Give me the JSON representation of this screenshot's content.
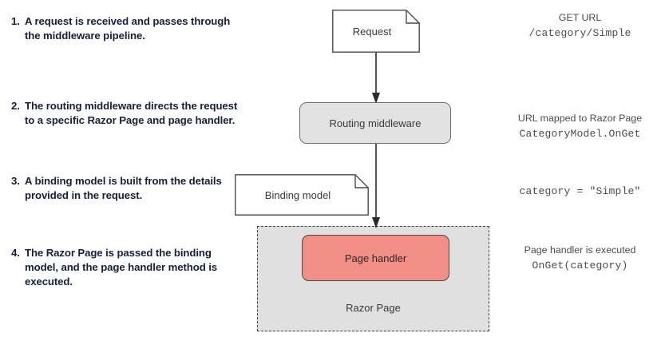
{
  "steps": [
    {
      "number": "1.",
      "text": "A request is received and passes through the middleware pipeline."
    },
    {
      "number": "2.",
      "text": "The routing middleware directs the request to a specific Razor Page and page handler."
    },
    {
      "number": "3.",
      "text": "A binding model is built from the details provided in the request."
    },
    {
      "number": "4.",
      "text": "The Razor Page is passed the binding model, and the page handler method is executed."
    }
  ],
  "nodes": {
    "request": "Request",
    "routing_middleware": "Routing middleware",
    "binding_model": "Binding model",
    "page_handler": "Page handler",
    "razor_page": "Razor Page"
  },
  "annotations": [
    {
      "plain": "GET URL",
      "mono": "/category/Simple"
    },
    {
      "plain": "URL mapped to Razor Page",
      "mono": "CategoryModel.OnGet"
    },
    {
      "plain": "",
      "mono": "category = \"Simple\""
    },
    {
      "plain": "Page handler is executed",
      "mono": "OnGet(category)"
    }
  ],
  "colors": {
    "page_handler_fill": "#f28e86",
    "middleware_fill": "#e2e2e2",
    "razor_page_fill": "#e0e0e0",
    "stroke": "#3f3f3f",
    "step_text": "#17203a",
    "annotation_text": "#4c4c4c"
  }
}
